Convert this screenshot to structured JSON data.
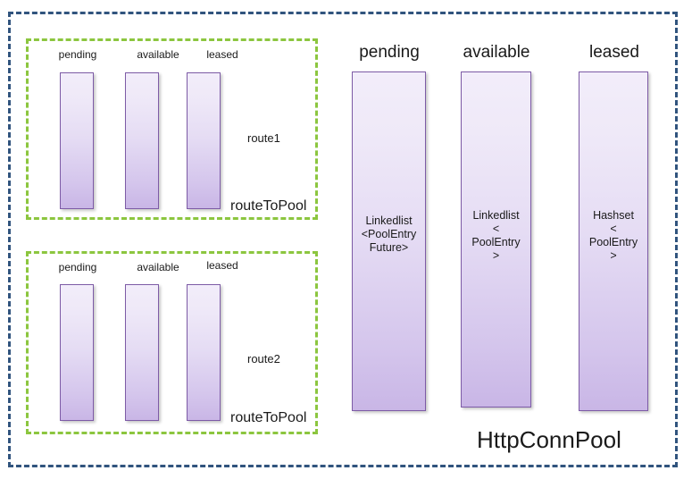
{
  "diagram": {
    "title": "HttpConnPool",
    "colors": {
      "outer_border": "#31547e",
      "route_border": "#8cc63f",
      "bar_border": "#7d5ba6",
      "bar_fill_top": "#f2edfa",
      "bar_fill_bottom": "#c9b6e6",
      "text": "#1a1a1a"
    }
  },
  "routes": [
    {
      "name": "route1",
      "map_label": "routeToPool",
      "columns": [
        {
          "label": "pending"
        },
        {
          "label": "available"
        },
        {
          "label": "leased"
        }
      ]
    },
    {
      "name": "route2",
      "map_label": "routeToPool",
      "columns": [
        {
          "label": "pending"
        },
        {
          "label": "available"
        },
        {
          "label": "leased"
        }
      ]
    }
  ],
  "pool": {
    "columns": [
      {
        "header": "pending",
        "type_text": "Linkedlist\n<PoolEntry\nFuture>"
      },
      {
        "header": "available",
        "type_text": "Linkedlist\n<\nPoolEntry\n>"
      },
      {
        "header": "leased",
        "type_text": "Hashset\n<\nPoolEntry\n>"
      }
    ]
  }
}
